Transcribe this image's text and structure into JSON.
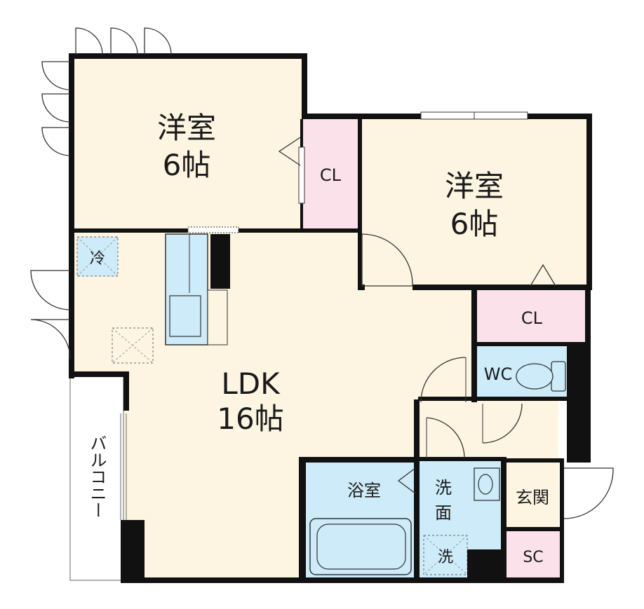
{
  "rooms": {
    "western1": {
      "name": "洋室",
      "size": "6帖"
    },
    "western2": {
      "name": "洋室",
      "size": "6帖"
    },
    "closet1": "CL",
    "closet2": "CL",
    "ldk": {
      "name": "LDK",
      "size": "16帖"
    },
    "wc": "WC",
    "bath": "浴室",
    "washroom": {
      "line1": "洗",
      "line2": "面"
    },
    "entrance": "玄関",
    "shoe_cabinet": "SC",
    "balcony": "バルコニー",
    "fridge": "冷",
    "washer": "洗"
  },
  "colors": {
    "wall": "#111111",
    "room_floor": "#fdf5e2",
    "closet": "#fbe1ea",
    "wet_area": "#cdebf8",
    "balcony": "#ffffff"
  }
}
